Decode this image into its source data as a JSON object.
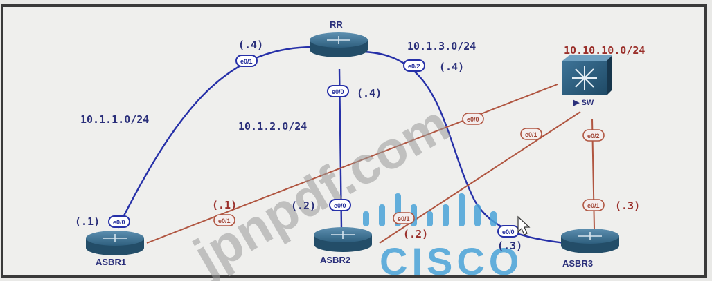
{
  "devices": {
    "rr": "RR",
    "asbr1": "ASBR1",
    "asbr2": "ASBR2",
    "asbr3": "ASBR3",
    "sw": "▶ SW"
  },
  "subnets": {
    "net1": "10.1.1.0/24",
    "net2": "10.1.2.0/24",
    "net3": "10.1.3.0/24",
    "net4": "10.10.10.0/24"
  },
  "hosts": {
    "rr_e01": "(.4)",
    "rr_e00": "(.4)",
    "rr_e02": "(.4)",
    "asbr1_e00": "(.1)",
    "asbr1_e01": "(.1)",
    "asbr2_e00": "(.2)",
    "asbr2_e01": "(.2)",
    "asbr3_e00": "(.3)",
    "asbr3_e01": "(.3)"
  },
  "interfaces": {
    "rr_e01": "e0/1",
    "rr_e00": "e0/0",
    "rr_e02": "e0/2",
    "asbr1_e00": "e0/0",
    "asbr1_e01": "e0/1",
    "asbr2_e00": "e0/0",
    "asbr2_e01": "e0/1",
    "asbr3_e00": "e0/0",
    "asbr3_e01": "e0/1",
    "sw_e00": "e0/0",
    "sw_e01": "e0/1",
    "sw_e02": "e0/2"
  },
  "watermark": {
    "site": "jpnpdf.com",
    "brand": "CISCO"
  },
  "colors": {
    "blue_link": "#2630a8",
    "red_link": "#b05540",
    "router": "#2c5e7c",
    "switch": "#26506c",
    "frame": "#3a3a3a"
  }
}
